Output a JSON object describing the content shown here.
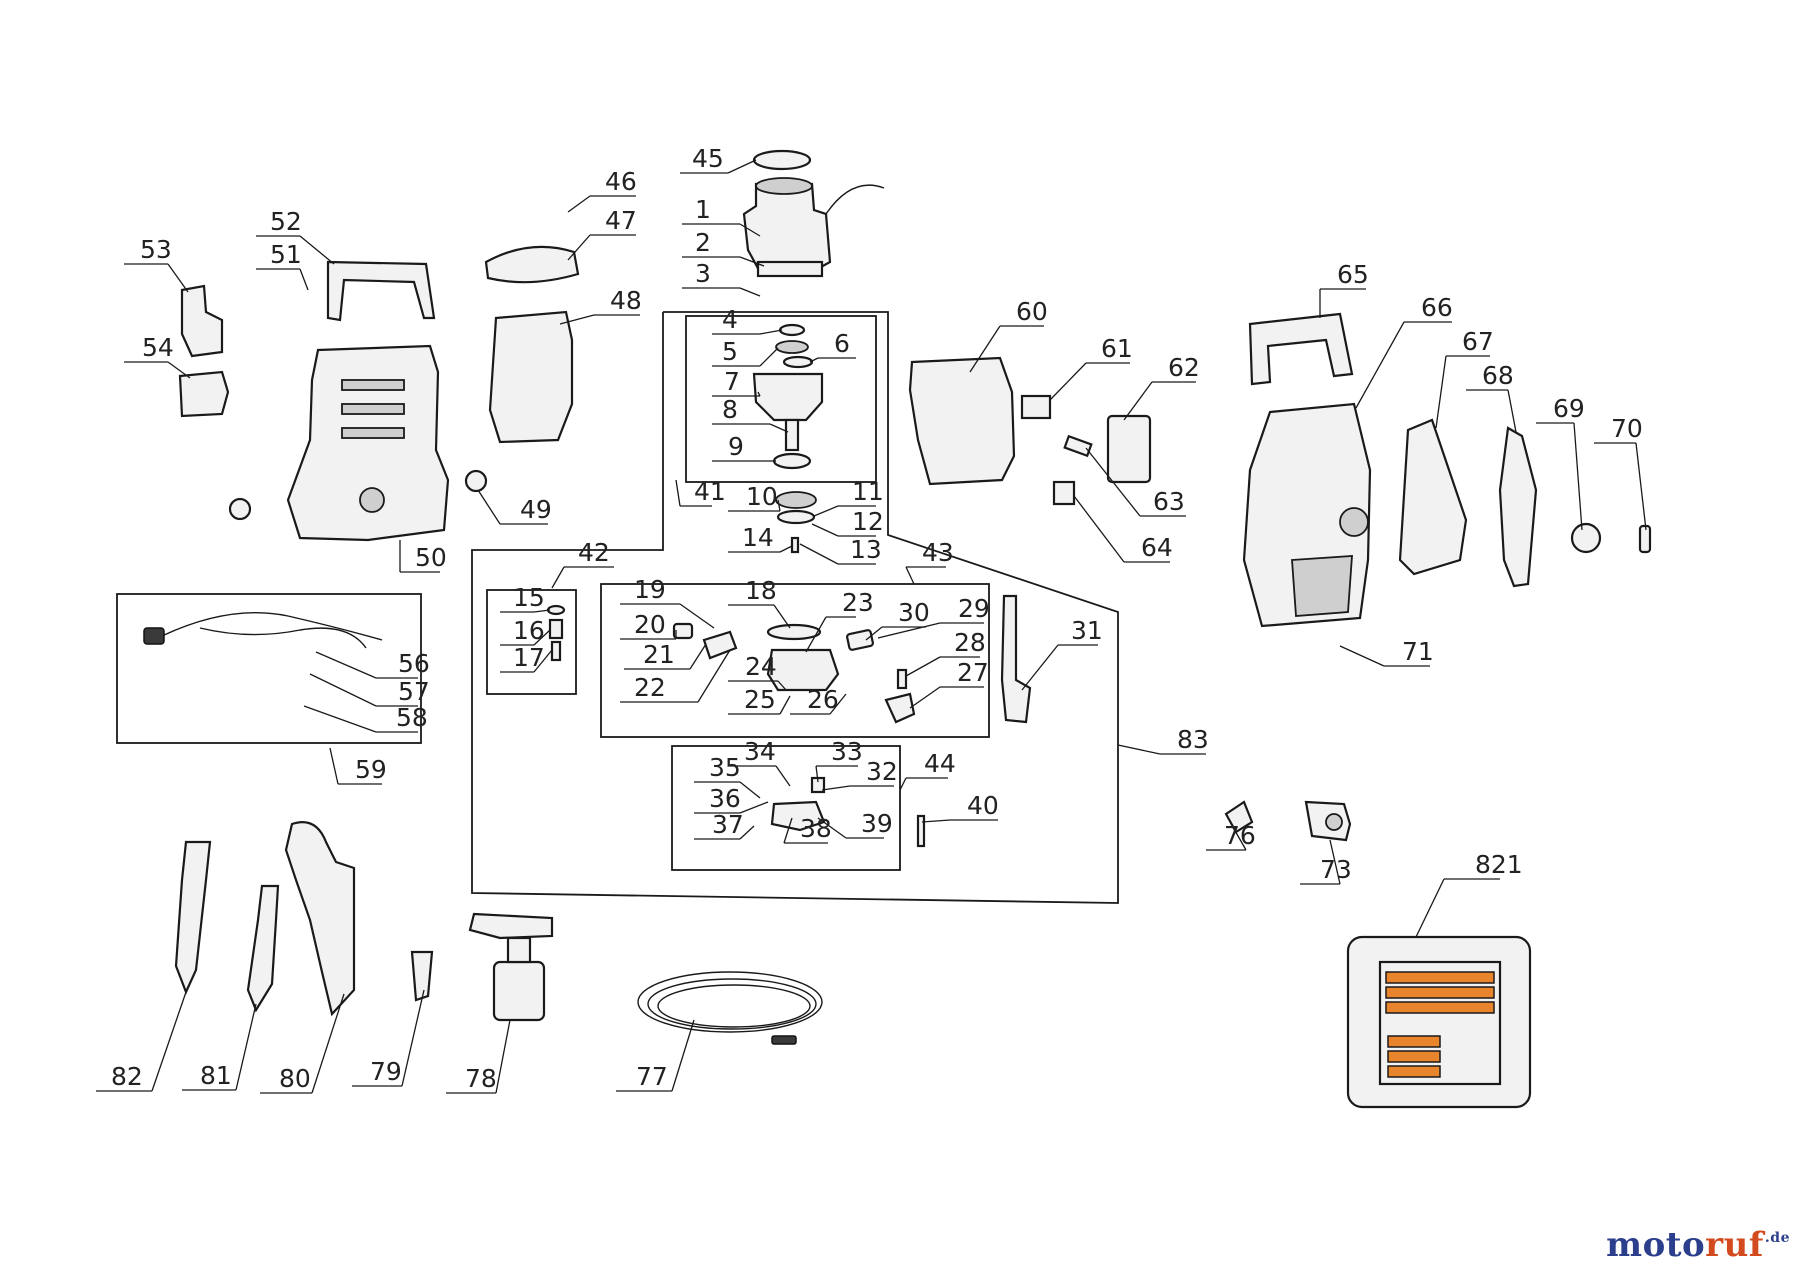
{
  "diagram": {
    "part_numbers": [
      "1",
      "2",
      "3",
      "4",
      "5",
      "6",
      "7",
      "8",
      "9",
      "10",
      "11",
      "12",
      "13",
      "14",
      "15",
      "16",
      "17",
      "18",
      "19",
      "20",
      "21",
      "22",
      "23",
      "24",
      "25",
      "26",
      "27",
      "28",
      "29",
      "30",
      "31",
      "32",
      "33",
      "34",
      "35",
      "36",
      "37",
      "38",
      "39",
      "40",
      "41",
      "42",
      "43",
      "44",
      "45",
      "46",
      "47",
      "48",
      "49",
      "50",
      "51",
      "52",
      "53",
      "54",
      "56",
      "57",
      "58",
      "59",
      "60",
      "61",
      "62",
      "63",
      "64",
      "65",
      "66",
      "67",
      "68",
      "69",
      "70",
      "71",
      "73",
      "76",
      "77",
      "78",
      "79",
      "80",
      "81",
      "82",
      "83",
      "821"
    ],
    "colors": {
      "line": "#1a1a1a",
      "label_orange": "#e8842c",
      "background": "#ffffff"
    }
  },
  "watermark": {
    "part1": "moto",
    "part2": "ruf",
    "part3": ".de"
  }
}
